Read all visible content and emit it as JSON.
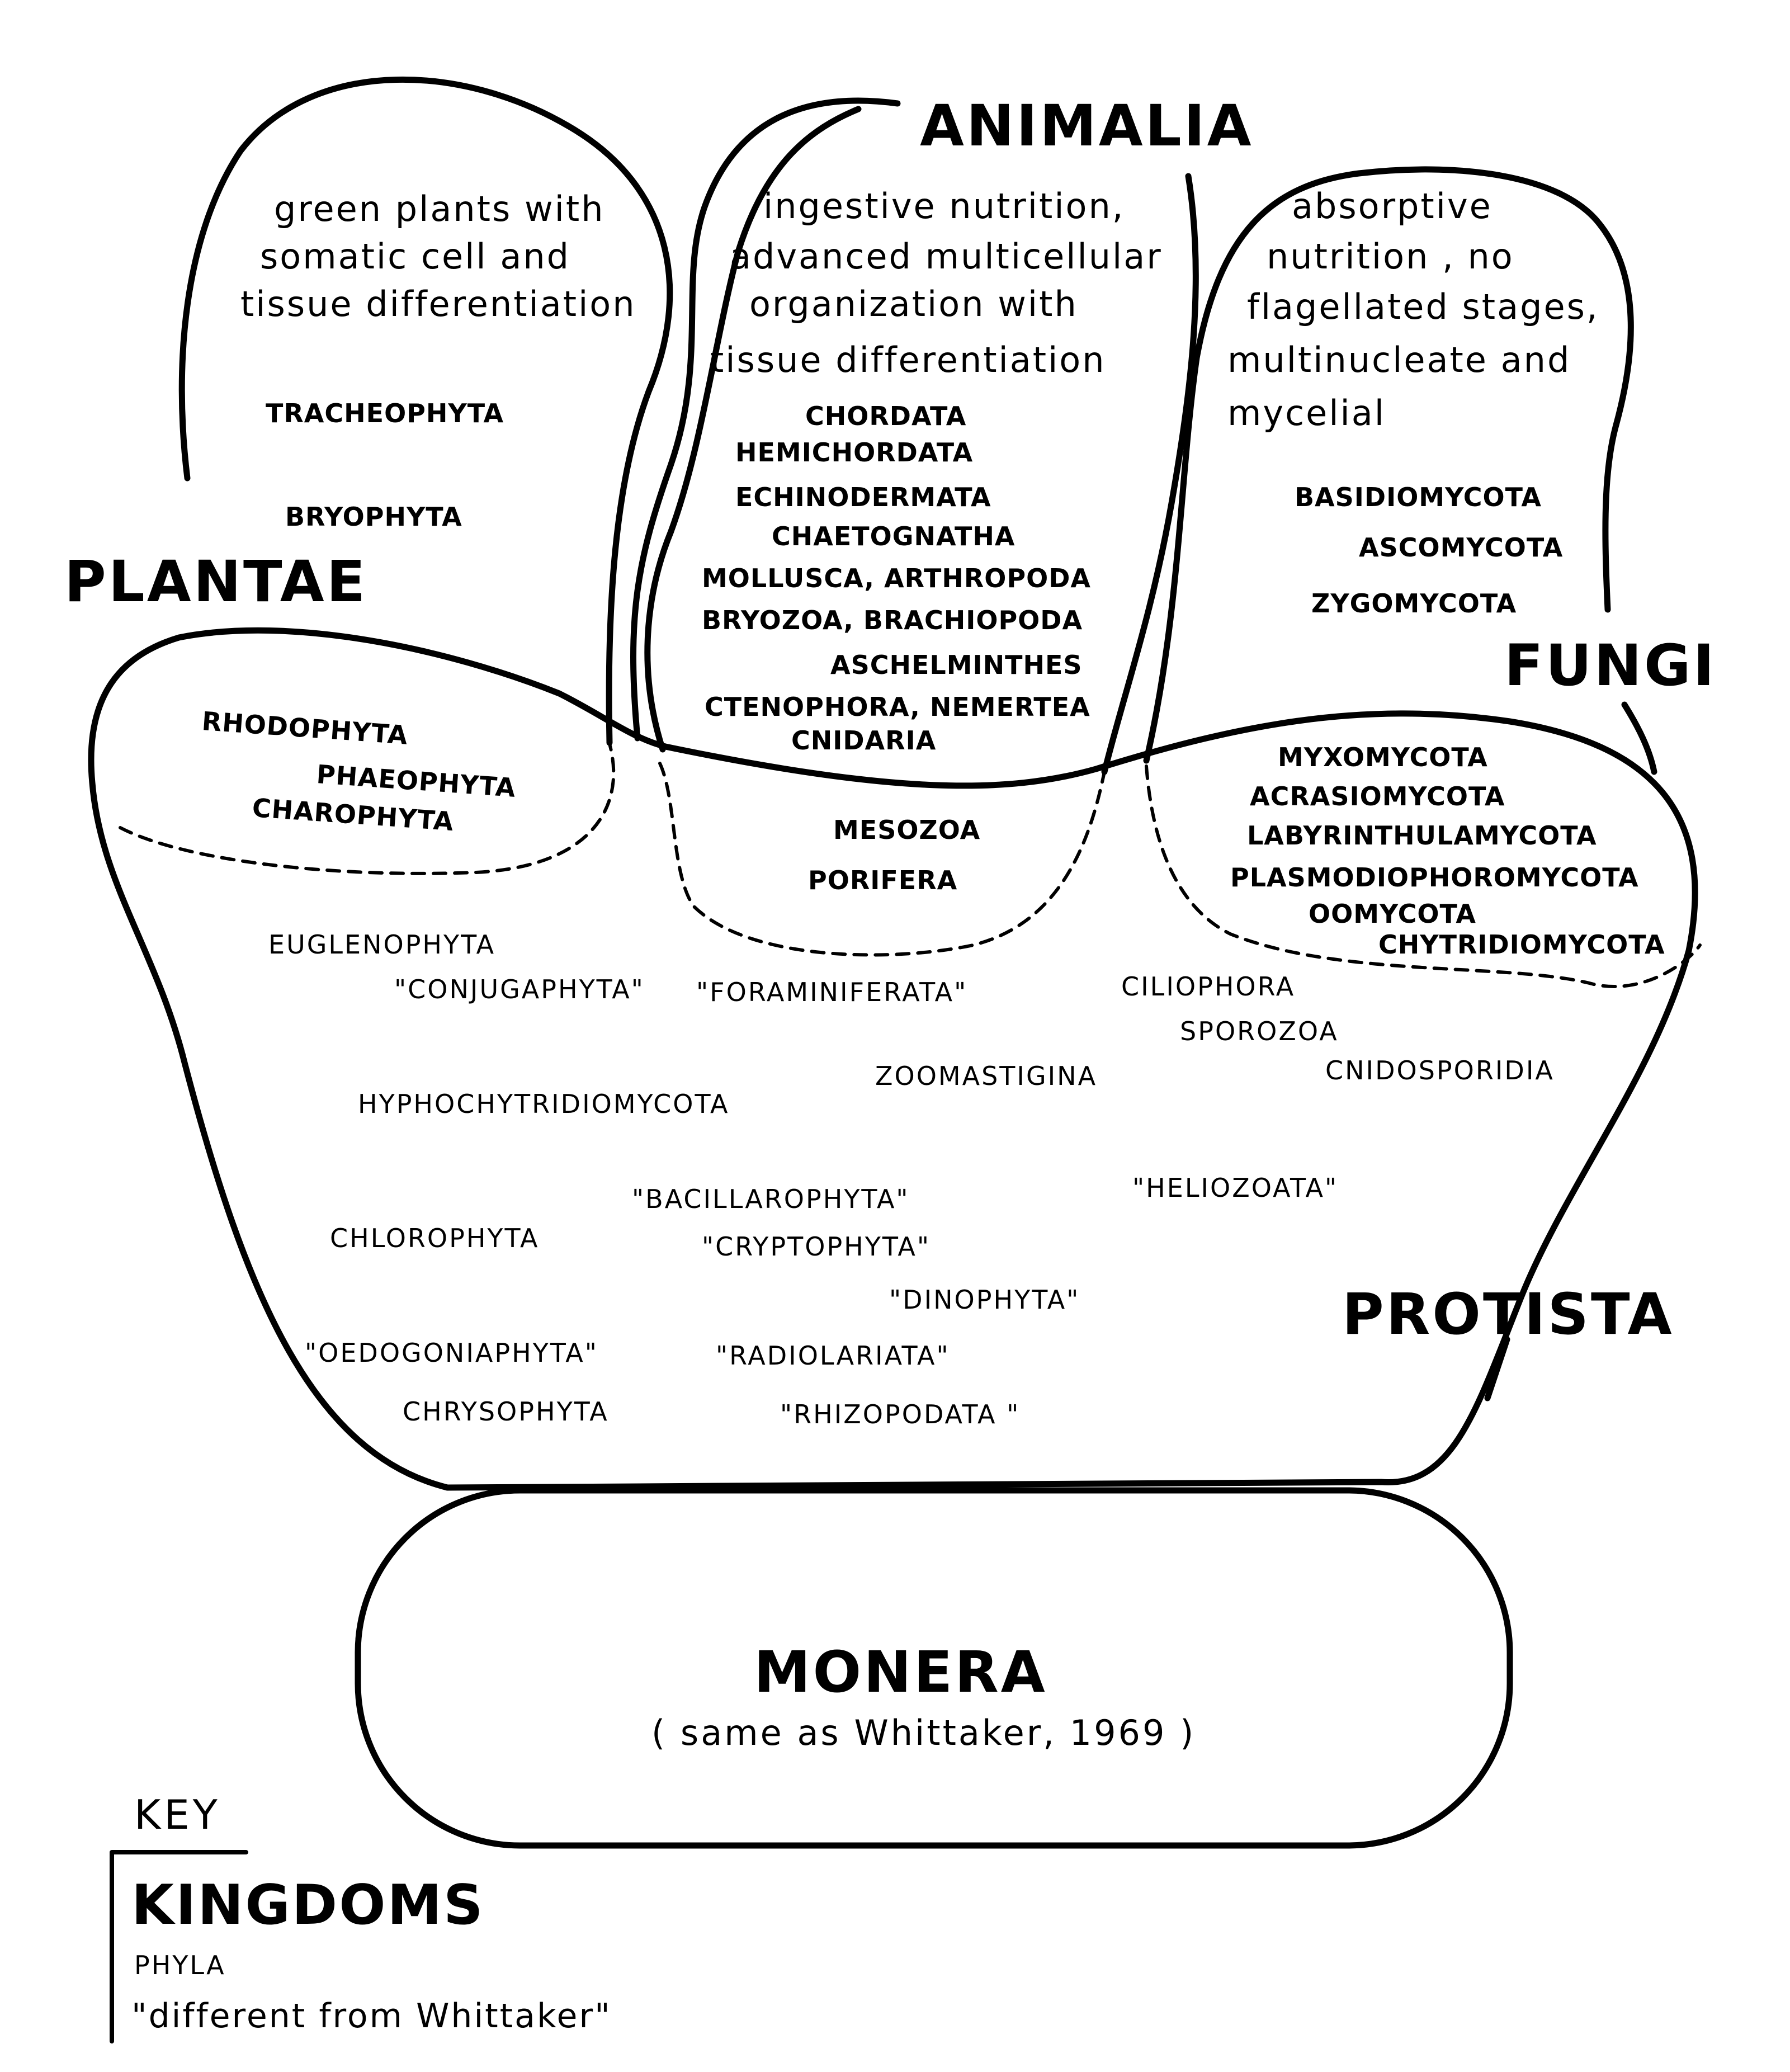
{
  "kingdoms": {
    "plantae": {
      "name": "PLANTAE",
      "description": [
        "green plants with",
        "somatic  cell and",
        "tissue  differentiation"
      ],
      "phyla": [
        "TRACHEOPHYTA",
        "BRYOPHYTA"
      ],
      "algal_phyla": [
        "RHODOPHYTA",
        "PHAEOPHYTA",
        "CHAROPHYTA"
      ]
    },
    "animalia": {
      "name": "ANIMALIA",
      "description": [
        "ingestive nutrition,",
        "advanced multicellular",
        "organization  with",
        "tissue differentiation"
      ],
      "phyla": [
        "CHORDATA",
        "HEMICHORDATA",
        "ECHINODERMATA",
        "CHAETOGNATHA",
        "MOLLUSCA, ARTHROPODA",
        "BRYOZOA, BRACHIOPODA",
        "ASCHELMINTHES",
        "CTENOPHORA, NEMERTEA",
        "CNIDARIA"
      ],
      "lower_phyla": [
        "MESOZOA",
        "PORIFERA"
      ]
    },
    "fungi": {
      "name": "FUNGI",
      "description": [
        "absorptive",
        "nutrition , no",
        "flagellated  stages,",
        "multinucleate  and",
        "mycelial"
      ],
      "phyla": [
        "BASIDIOMYCOTA",
        "ASCOMYCOTA",
        "ZYGOMYCOTA"
      ],
      "lower_phyla": [
        "MYXOMYCOTA",
        "ACRASIOMYCOTA",
        "LABYRINTHULAMYCOTA",
        "PLASMODIOPHOROMYCOTA",
        "OOMYCOTA",
        "CHYTRIDIOMYCOTA"
      ]
    },
    "protista": {
      "name": "PROTISTA",
      "phyla": {
        "euglenophyta": "EUGLENOPHYTA",
        "conjugaphyta": "\"CONJUGAPHYTA\"",
        "foraminiferata": "\"FORAMINIFERATA\"",
        "ciliophora": "CILIOPHORA",
        "sporozoa": "SPOROZOA",
        "cnidosporidia": "CNIDOSPORIDIA",
        "zoomastigina": "ZOOMASTIGINA",
        "hyphochytridiomycota": "HYPHOCHYTRIDIOMYCOTA",
        "bacillarophyta": "\"BACILLAROPHYTA\"",
        "heliozoata": "\"HELIOZOATA\"",
        "chlorophyta": "CHLOROPHYTA",
        "cryptophyta": "\"CRYPTOPHYTA\"",
        "dinophyta": "\"DINOPHYTA\"",
        "oedogoniaphyta": "\"OEDOGONIAPHYTA\"",
        "radiolariata": "\"RADIOLARIATA\"",
        "chrysophyta": "CHRYSOPHYTA",
        "rhizopodata": "\"RHIZOPODATA \""
      }
    },
    "monera": {
      "name": "MONERA",
      "note": "( same  as  Whittaker,  1969 )"
    }
  },
  "key": {
    "title": "KEY",
    "kingdoms": "KINGDOMS",
    "phyla": "PHYLA",
    "different": "\"different  from  Whittaker\""
  }
}
